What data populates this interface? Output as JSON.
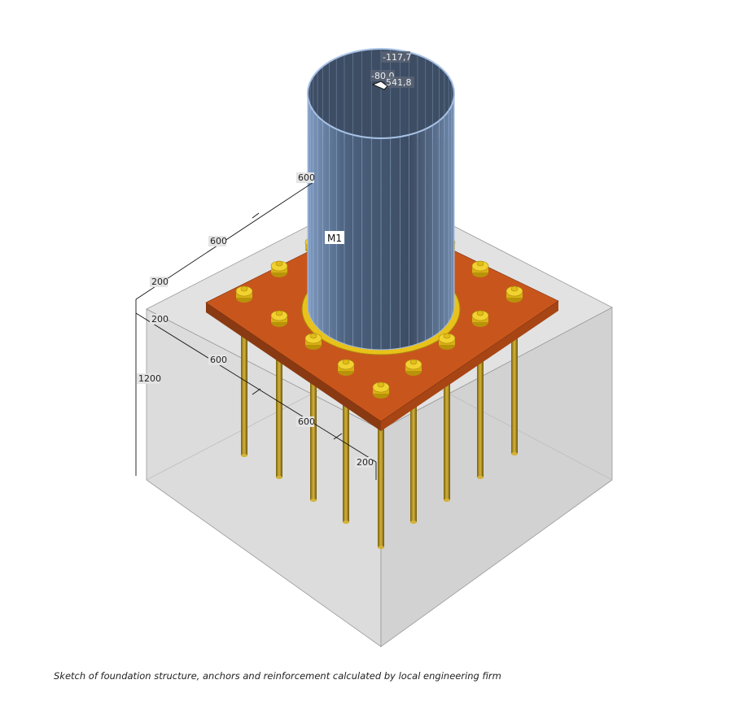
{
  "member_label": "M1",
  "force_labels": [
    "-117,7",
    "-80,0",
    "541,8"
  ],
  "dimensions": {
    "top_600_a": "600",
    "top_600_b": "600",
    "top_200": "200",
    "left_200": "200",
    "front_600_a": "600",
    "front_600_b": "600",
    "front_200": "200",
    "height_1200": "1200"
  },
  "caption": "Sketch of foundation structure, anchors and reinforcement calculated by local engineering firm",
  "colors": {
    "concrete": "#d9d9d9",
    "plate": "#c8561c",
    "column": "#4a5d78",
    "bolt": "#e8c21a",
    "rod": "#a88a1c"
  }
}
